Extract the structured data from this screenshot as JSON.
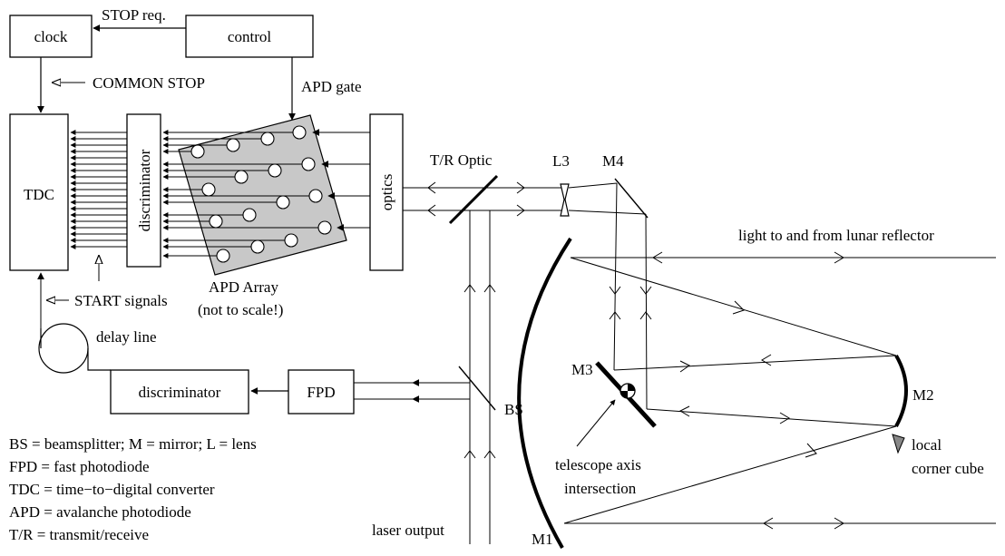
{
  "blocks": {
    "clock": "clock",
    "control": "control",
    "tdc": "TDC",
    "discriminator_top": "discriminator",
    "optics": "optics",
    "discriminator_bottom": "discriminator",
    "fpd": "FPD"
  },
  "labels": {
    "stop_req": "STOP req.",
    "common_stop": "COMMON STOP",
    "apd_gate": "APD gate",
    "start_signals": "START signals",
    "delay_line": "delay line",
    "apd_array_line1": "APD Array",
    "apd_array_line2": "(not to scale!)",
    "tr_optic": "T/R Optic",
    "l3": "L3",
    "m4": "M4",
    "m3": "M3",
    "m2": "M2",
    "m1": "M1",
    "bs": "BS",
    "lunar": "light to and from lunar reflector",
    "telescope_axis_line1": "telescope axis",
    "telescope_axis_line2": "intersection",
    "corner_cube_line1": "local",
    "corner_cube_line2": "corner cube",
    "laser_output": "laser output"
  },
  "legend": [
    "BS = beamsplitter; M = mirror; L = lens",
    "FPD = fast photodiode",
    "TDC = time−to−digital converter",
    "APD = avalanche photodiode",
    "T/R = transmit/receive"
  ]
}
